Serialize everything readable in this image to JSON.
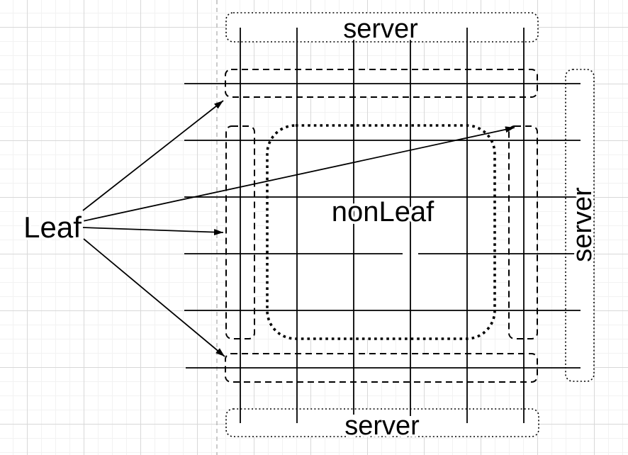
{
  "canvas": {
    "background": "#ffffff",
    "grid": {
      "minor_color": "#f2f2f2",
      "major_color": "#d8d8d8",
      "minor_step": 20,
      "major_step": 80
    },
    "page_boundary_color": "#b5b5b5"
  },
  "styles": {
    "shape_stroke": "#000000",
    "shape_fill": "#ffffff",
    "link_stroke": "#000000"
  },
  "labels": {
    "leaf": "Leaf",
    "non_leaf": "nonLeaf",
    "server_top": "server",
    "server_bottom": "server",
    "server_right": "server"
  },
  "topology": {
    "server_groups": 3,
    "leaf_groups": 4,
    "spine_group": 1,
    "vertical_links": 6,
    "horizontal_links": 6,
    "arrows_from_leaf_label": 4
  }
}
